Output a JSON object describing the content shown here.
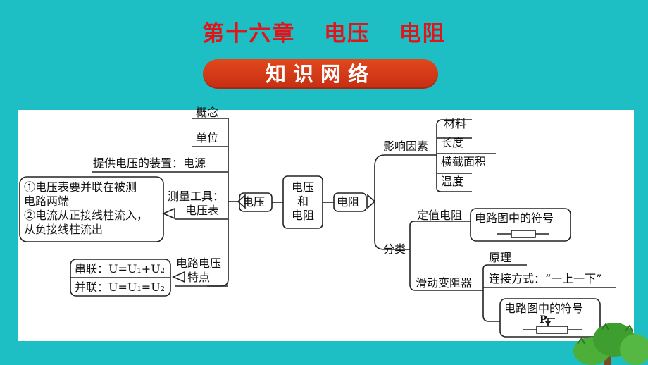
{
  "title": {
    "chapter": "第十六章",
    "t1": "电压",
    "t2": "电阻"
  },
  "banner": "知识网络",
  "voltage": {
    "center": "电压",
    "concept": "概念",
    "unit": "单位",
    "source": "提供电压的装置：电源",
    "tool_line1": "测量工具：",
    "tool_line2": "电压表",
    "tool_note_1": "①电压表要并联在被测",
    "tool_note_2": "电路两端",
    "tool_note_3": "②电流从正接线柱流入，",
    "tool_note_4": "从负接线柱流出",
    "feature_line1": "电路电压",
    "feature_line2": "特点",
    "series": "串联：U=U₁+U₂",
    "parallel": "并联：U=U₁=U₂"
  },
  "middle": {
    "l1": "电压",
    "l2": "和",
    "l3": "电阻"
  },
  "resistance": {
    "center": "电阻",
    "factors": "影响因素",
    "f1": "材料",
    "f2": "长度",
    "f3": "横截面积",
    "f4": "温度",
    "classify": "分类",
    "fixed": "定值电阻",
    "fixed_symbol": "电路图中的符号",
    "variable": "滑动变阻器",
    "principle": "原理",
    "connect": "连接方式：“一上一下”",
    "var_symbol": "电路图中的符号",
    "p_label": "P"
  }
}
